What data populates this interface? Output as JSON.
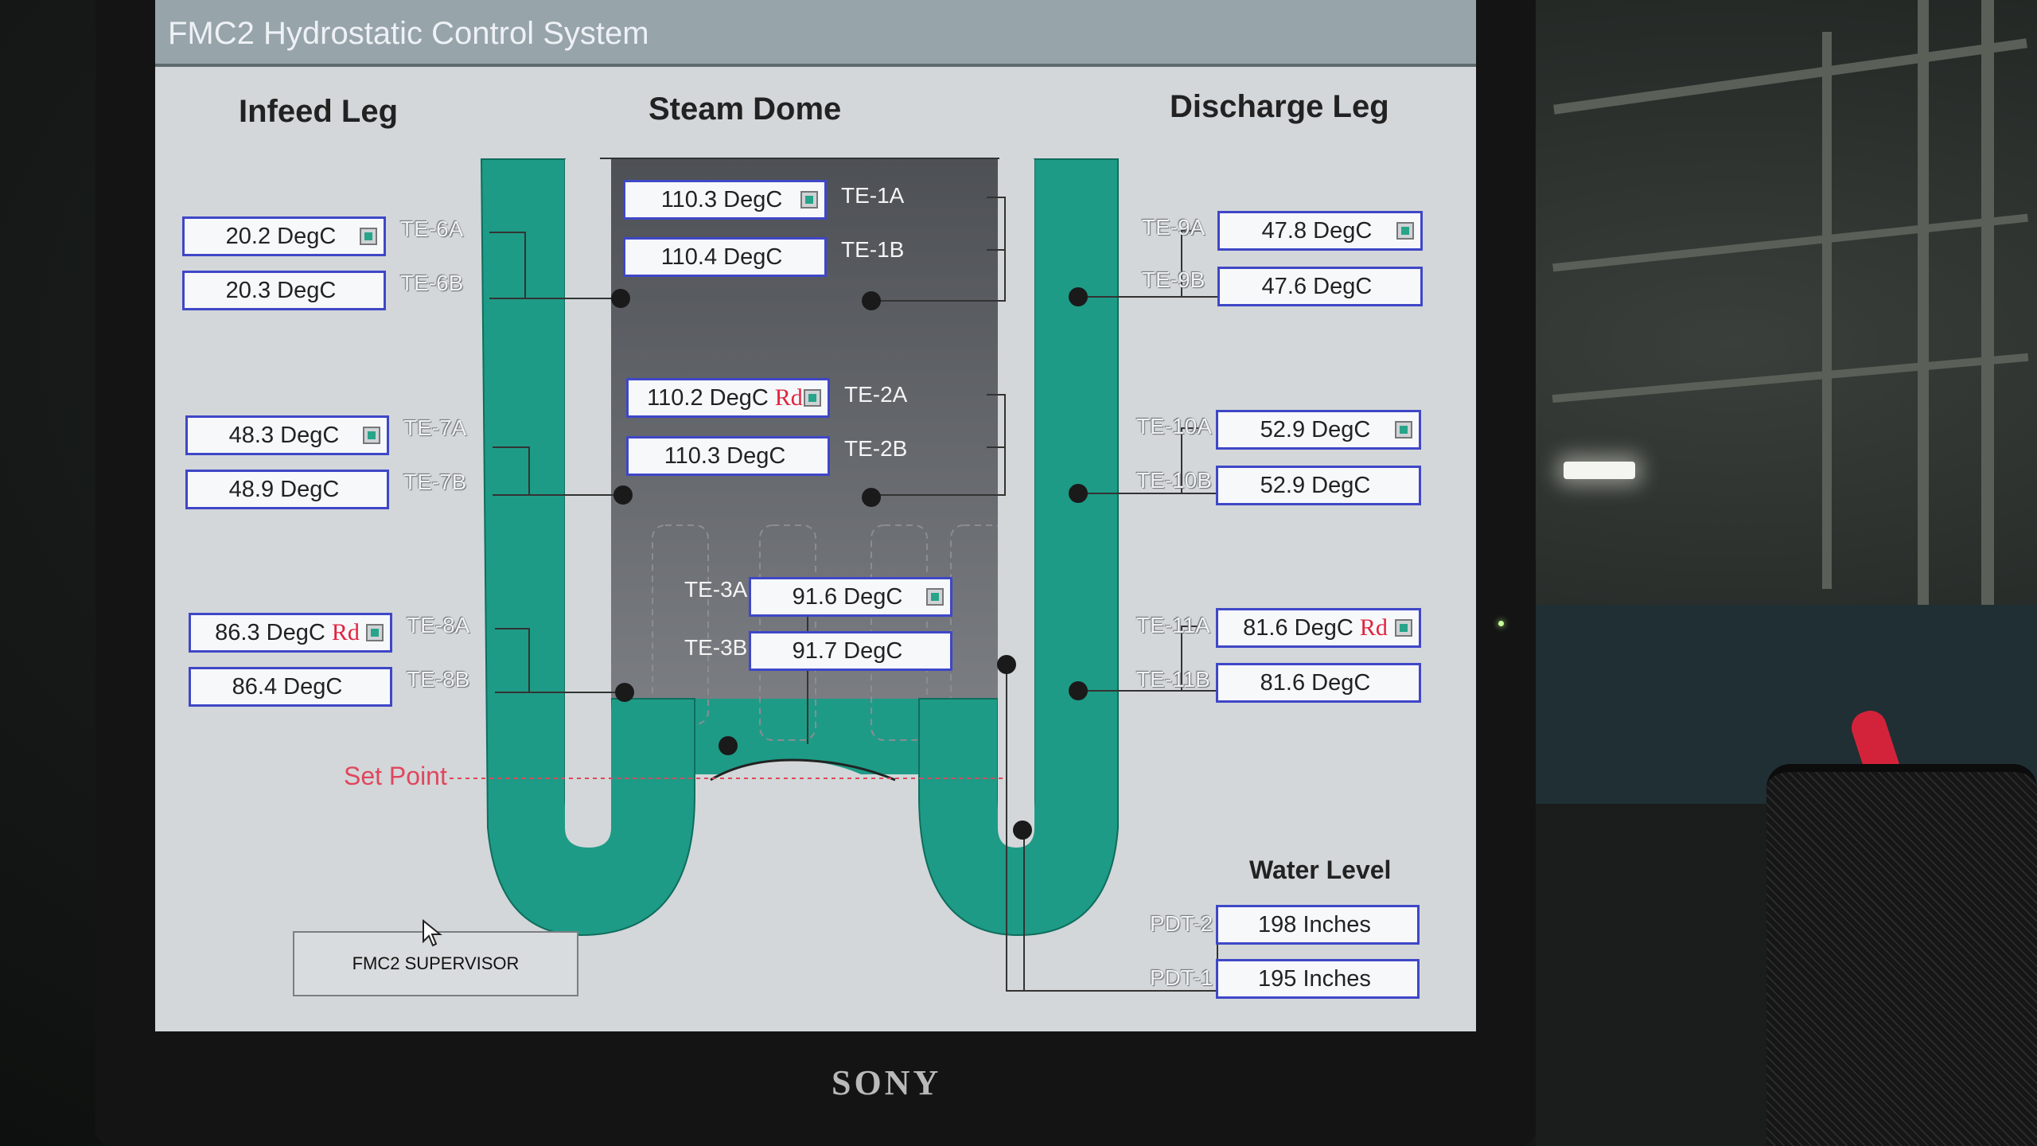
{
  "app": {
    "title": "FMC2 Hydrostatic Control System",
    "supervisor_button": "FMC2 SUPERVISOR",
    "setpoint_label": "Set Point",
    "brand": "SONY",
    "cursor_icon": "arrow-cursor-icon"
  },
  "sections": {
    "infeed": "Infeed Leg",
    "dome": "Steam Dome",
    "discharge": "Discharge Leg",
    "water": "Water Level"
  },
  "colors": {
    "water": "#1e9b86",
    "dome": "#4a4d52",
    "field_border": "#3f47c7",
    "alarm": "#e0243f",
    "setpoint": "#e0475e"
  },
  "readings": {
    "te6a": {
      "tag": "TE-6A",
      "value": "20.2 DegC",
      "alarm": "",
      "indicator": true
    },
    "te6b": {
      "tag": "TE-6B",
      "value": "20.3 DegC",
      "alarm": "",
      "indicator": false
    },
    "te7a": {
      "tag": "TE-7A",
      "value": "48.3 DegC",
      "alarm": "",
      "indicator": true
    },
    "te7b": {
      "tag": "TE-7B",
      "value": "48.9 DegC",
      "alarm": "",
      "indicator": false
    },
    "te8a": {
      "tag": "TE-8A",
      "value": "86.3 DegC",
      "alarm": "Rd",
      "indicator": true
    },
    "te8b": {
      "tag": "TE-8B",
      "value": "86.4 DegC",
      "alarm": "",
      "indicator": false
    },
    "te1a": {
      "tag": "TE-1A",
      "value": "110.3 DegC",
      "alarm": "",
      "indicator": true
    },
    "te1b": {
      "tag": "TE-1B",
      "value": "110.4 DegC",
      "alarm": "",
      "indicator": false
    },
    "te2a": {
      "tag": "TE-2A",
      "value": "110.2 DegC",
      "alarm": "Rd",
      "indicator": true
    },
    "te2b": {
      "tag": "TE-2B",
      "value": "110.3 DegC",
      "alarm": "",
      "indicator": false
    },
    "te3a": {
      "tag": "TE-3A",
      "value": "91.6 DegC",
      "alarm": "",
      "indicator": true
    },
    "te3b": {
      "tag": "TE-3B",
      "value": "91.7 DegC",
      "alarm": "",
      "indicator": false
    },
    "te9a": {
      "tag": "TE-9A",
      "value": "47.8 DegC",
      "alarm": "",
      "indicator": true
    },
    "te9b": {
      "tag": "TE-9B",
      "value": "47.6 DegC",
      "alarm": "",
      "indicator": false
    },
    "te10a": {
      "tag": "TE-10A",
      "value": "52.9 DegC",
      "alarm": "",
      "indicator": true
    },
    "te10b": {
      "tag": "TE-10B",
      "value": "52.9 DegC",
      "alarm": "",
      "indicator": false
    },
    "te11a": {
      "tag": "TE-11A",
      "value": "81.6 DegC",
      "alarm": "Rd",
      "indicator": true
    },
    "te11b": {
      "tag": "TE-11B",
      "value": "81.6 DegC",
      "alarm": "",
      "indicator": false
    },
    "pdt2": {
      "tag": "PDT-2",
      "value": "198 Inches",
      "alarm": "",
      "indicator": false
    },
    "pdt1": {
      "tag": "PDT-1",
      "value": "195 Inches",
      "alarm": "",
      "indicator": false
    }
  }
}
